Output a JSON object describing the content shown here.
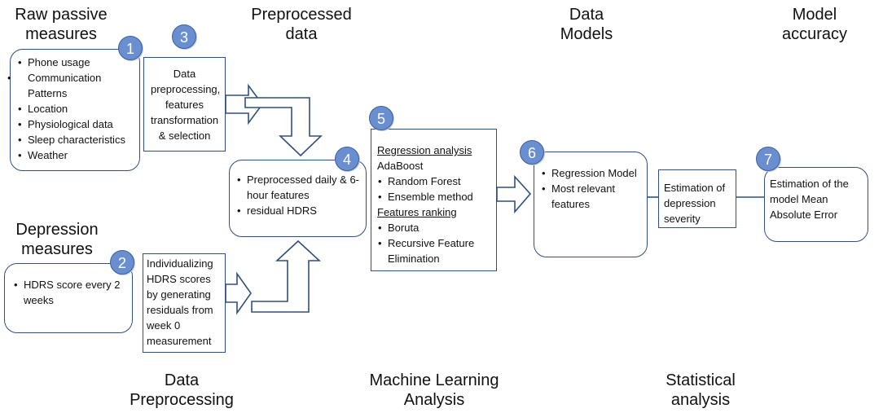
{
  "headings": {
    "raw_passive": "Raw passive measures",
    "preprocessed": "Preprocessed data",
    "data_models": "Data Models",
    "model_accuracy": "Model accuracy",
    "depression_measures": "Depression measures",
    "data_preprocessing": "Data Preprocessing",
    "ml_analysis": "Machine Learning Analysis",
    "statistical_analysis": "Statistical analysis"
  },
  "badges": [
    "1",
    "2",
    "3",
    "4",
    "5",
    "6",
    "7"
  ],
  "box_raw_passive": {
    "items": [
      "Phone usage",
      "Communication Patterns",
      "Location",
      "Physiological data",
      "Sleep characteristics",
      "Weather"
    ]
  },
  "box_depression": {
    "items": [
      "HDRS score every 2 weeks"
    ]
  },
  "box_preprocessing": {
    "text": "Data preprocessing, features transformation & selection"
  },
  "box_individualizing": {
    "text": "Individualizing HDRS scores by generating residuals from week 0 measurement"
  },
  "box_preprocessed": {
    "items": [
      "Preprocessed daily & 6-hour features",
      "residual HDRS"
    ]
  },
  "box_ml": {
    "regression_title": "Regression analysis",
    "regression_method": "AdaBoost",
    "regression_items": [
      "Random Forest",
      "Ensemble method"
    ],
    "ranking_title": "Features ranking",
    "ranking_items": [
      "Boruta",
      "Recursive Feature Elimination"
    ]
  },
  "box_models": {
    "items": [
      "Regression Model",
      "Most relevant features"
    ]
  },
  "box_estimation_depression": {
    "text": "Estimation of depression severity"
  },
  "box_estimation_mae": {
    "text": "Estimation of the model Mean Absolute Error"
  }
}
